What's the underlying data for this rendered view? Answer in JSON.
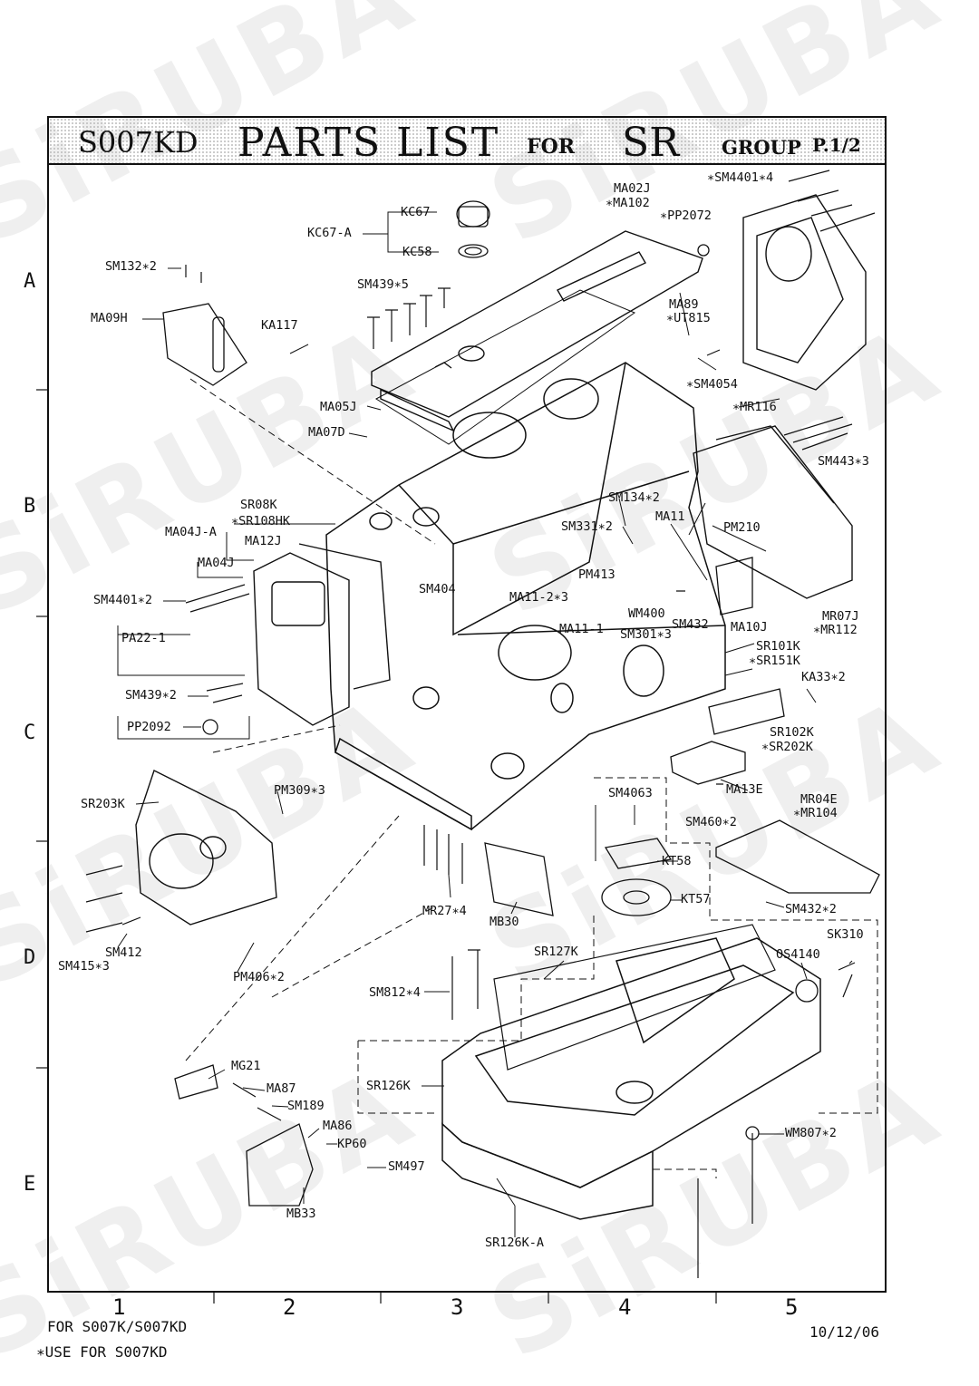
{
  "header": {
    "model": "S007KD",
    "title": "PARTS LIST",
    "for_word": "FOR",
    "group_code": "SR",
    "group_word": "GROUP",
    "page": "P.1/2"
  },
  "rows": [
    "A",
    "B",
    "C",
    "D",
    "E"
  ],
  "columns": [
    "1",
    "2",
    "3",
    "4",
    "5"
  ],
  "footer": {
    "applies_to": "FOR S007K/S007KD",
    "star_note": "∗USE FOR S007KD",
    "date": "10/12/06"
  },
  "watermark": "SiRUBA",
  "parts": [
    "∗SM4401∗4",
    "MA02J",
    "∗MA102",
    "∗PP2072",
    "KC67",
    "KC67-A",
    "KC58",
    "SM132∗2",
    "SM439∗5",
    "MA89",
    "∗UT815",
    "MA09H",
    "KA117",
    "∗SM4054",
    "MA05J",
    "∗MR116",
    "MA07D",
    "SM443∗3",
    "SR08K",
    "∗SR108HK",
    "MA04J-A",
    "MA12J",
    "MA04J",
    "SM134∗2",
    "SM331∗2",
    "MA11",
    "PM210",
    "PM413",
    "SM4401∗2",
    "SM404",
    "MA11-2∗3",
    "WM400",
    "MA11-1",
    "SM432",
    "SM301∗3",
    "MA10J",
    "MR07J",
    "∗MR112",
    "PA22-1",
    "SR101K",
    "∗SR151K",
    "KA33∗2",
    "SM439∗2",
    "PP2092",
    "SR102K",
    "∗SR202K",
    "MA13E",
    "SR203K",
    "PM309∗3",
    "SM4063",
    "SM460∗2",
    "MR04E",
    "∗MR104",
    "KT58",
    "KT57",
    "SM432∗2",
    "MR27∗4",
    "MB30",
    "SM412",
    "SM415∗3",
    "PM406∗2",
    "SR127K",
    "SK310",
    "OS4140",
    "SM812∗4",
    "MG21",
    "MA87",
    "SR126K",
    "SM189",
    "MA86",
    "KP60",
    "SM497",
    "WM807∗2",
    "MB33",
    "SR126K-A"
  ]
}
